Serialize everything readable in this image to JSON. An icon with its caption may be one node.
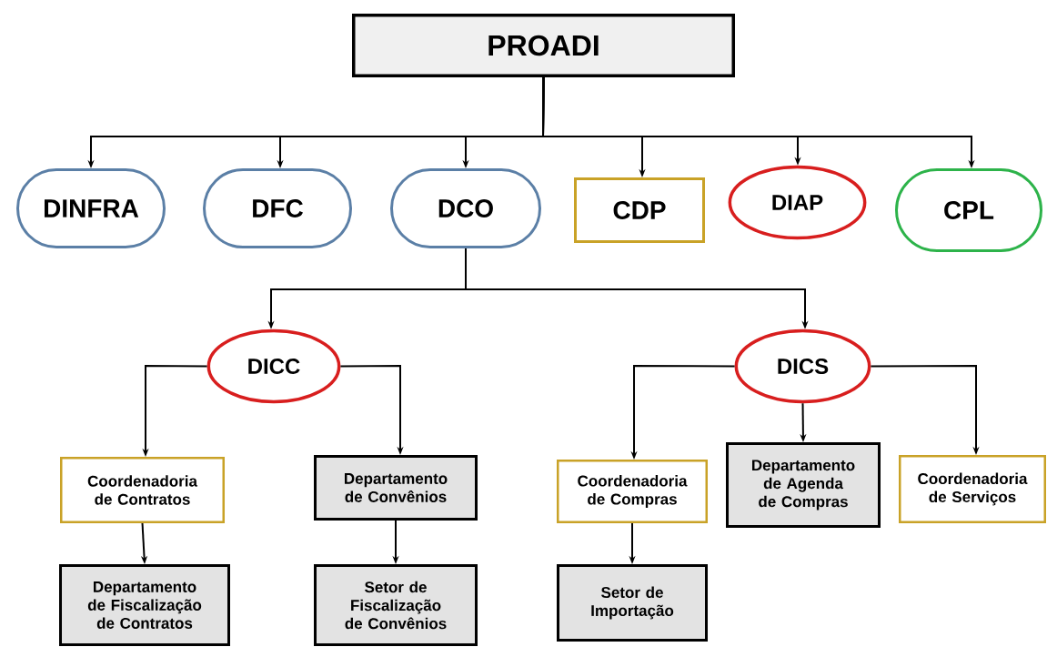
{
  "diagram": {
    "nodes": [
      {
        "text": [
          "PROADI"
        ]
      },
      {
        "text": [
          "DINFRA"
        ]
      },
      {
        "text": [
          "DFC"
        ]
      },
      {
        "text": [
          "DCO"
        ]
      },
      {
        "text": [
          "CDP"
        ]
      },
      {
        "text": [
          "DIAP"
        ]
      },
      {
        "text": [
          "CPL"
        ]
      },
      {
        "text": [
          "DICC"
        ]
      },
      {
        "text": [
          "DICS"
        ]
      },
      {
        "text": [
          "Coordenadoria de Contratos"
        ]
      },
      {
        "text": [
          "Departamento de Convênios"
        ]
      },
      {
        "text": [
          "Coordenadoria de Compras"
        ]
      },
      {
        "text": [
          "Departamento de Agenda de Compras"
        ]
      },
      {
        "text": [
          "Coordenadoria de Serviços"
        ]
      },
      {
        "text": [
          "Departamento de Fiscalização de Contratos"
        ]
      },
      {
        "text": [
          "Setor de Fiscalização de Convênios"
        ]
      },
      {
        "text": [
          "Setor de Importação"
        ]
      }
    ],
    "edges": [
      {
        "from": 0,
        "to": 1,
        "arrow": "to"
      },
      {
        "from": 0,
        "to": 2,
        "arrow": "to"
      },
      {
        "from": 0,
        "to": 3,
        "arrow": "to"
      },
      {
        "from": 0,
        "to": 4,
        "arrow": "to"
      },
      {
        "from": 0,
        "to": 5,
        "arrow": "to"
      },
      {
        "from": 0,
        "to": 6,
        "arrow": "to"
      },
      {
        "from": 3,
        "to": 7,
        "arrow": "to"
      },
      {
        "from": 3,
        "to": 8,
        "arrow": "to"
      },
      {
        "from": 7,
        "to": 9,
        "arrow": "to"
      },
      {
        "from": 7,
        "to": 10,
        "arrow": "to"
      },
      {
        "from": 8,
        "to": 11,
        "arrow": "to"
      },
      {
        "from": 8,
        "to": 12,
        "arrow": "to"
      },
      {
        "from": 8,
        "to": 13,
        "arrow": "to"
      },
      {
        "from": 9,
        "to": 14,
        "arrow": "to"
      },
      {
        "from": 10,
        "to": 15,
        "arrow": "to"
      },
      {
        "from": 11,
        "to": 16,
        "arrow": "to"
      }
    ]
  }
}
